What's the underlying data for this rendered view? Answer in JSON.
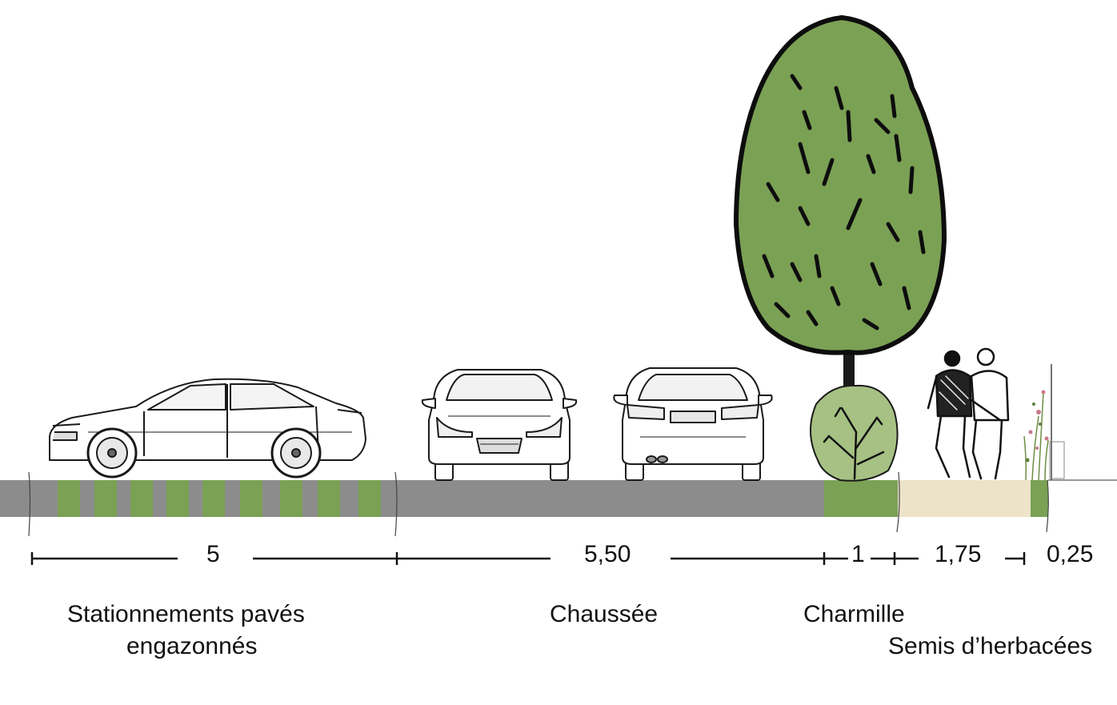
{
  "colors": {
    "asphalt": "#8c8c8c",
    "grass": "#7ba155",
    "shrub": "#a6c183",
    "path": "#ede3c8",
    "ink": "#111111"
  },
  "dimensions": {
    "parking": "5",
    "road": "5,50",
    "hedge": "1",
    "path": "1,75",
    "seed_strip": "0,25"
  },
  "labels": {
    "parking_line1": "Stationnements pavés",
    "parking_line2": "engazonnés",
    "road": "Chaussée",
    "hedge": "Charmille",
    "seed_strip": "Semis d’herbacées"
  },
  "elements": [
    "parked-car-side",
    "car-front",
    "car-rear",
    "tree",
    "hedge-shrub",
    "pedestrians",
    "meadow-plants"
  ]
}
